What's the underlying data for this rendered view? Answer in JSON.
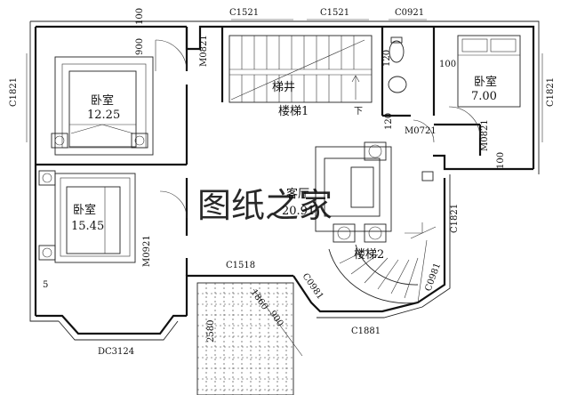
{
  "watermark": "图纸之家",
  "rooms": [
    {
      "name": "卧室",
      "area": "12.25"
    },
    {
      "name": "卧室",
      "area": "15.45"
    },
    {
      "name": "卧室",
      "area": "7.00"
    },
    {
      "name": "客厅",
      "area": "20.91"
    },
    {
      "name": "梯井"
    },
    {
      "name": "楼梯1"
    },
    {
      "name": "楼梯2"
    }
  ],
  "labels": {
    "c1521_a": "C1521",
    "c1521_b": "C1521",
    "c0921": "C0921",
    "m0821_a": "M0821",
    "m0821_b": "M0821",
    "m0721": "M0721",
    "m0921": "M0921",
    "c1821_left": "C1821",
    "c1821_right": "C1821",
    "c1821_mid": "C1821",
    "c1518": "C1518",
    "c0981_a": "C0981",
    "c0981_b": "C0981",
    "c1881": "C1881",
    "dc3124": "DC3124",
    "dim_100_a": "100",
    "dim_100_b": "100",
    "dim_100_c": "100",
    "dim_900_a": "900",
    "dim_120_a": "120",
    "dim_120_b": "120",
    "dim_1860": "1860",
    "dim_900_b": "900",
    "dim_2580": "2580",
    "dim_5": "5",
    "down_arrow": "下"
  }
}
